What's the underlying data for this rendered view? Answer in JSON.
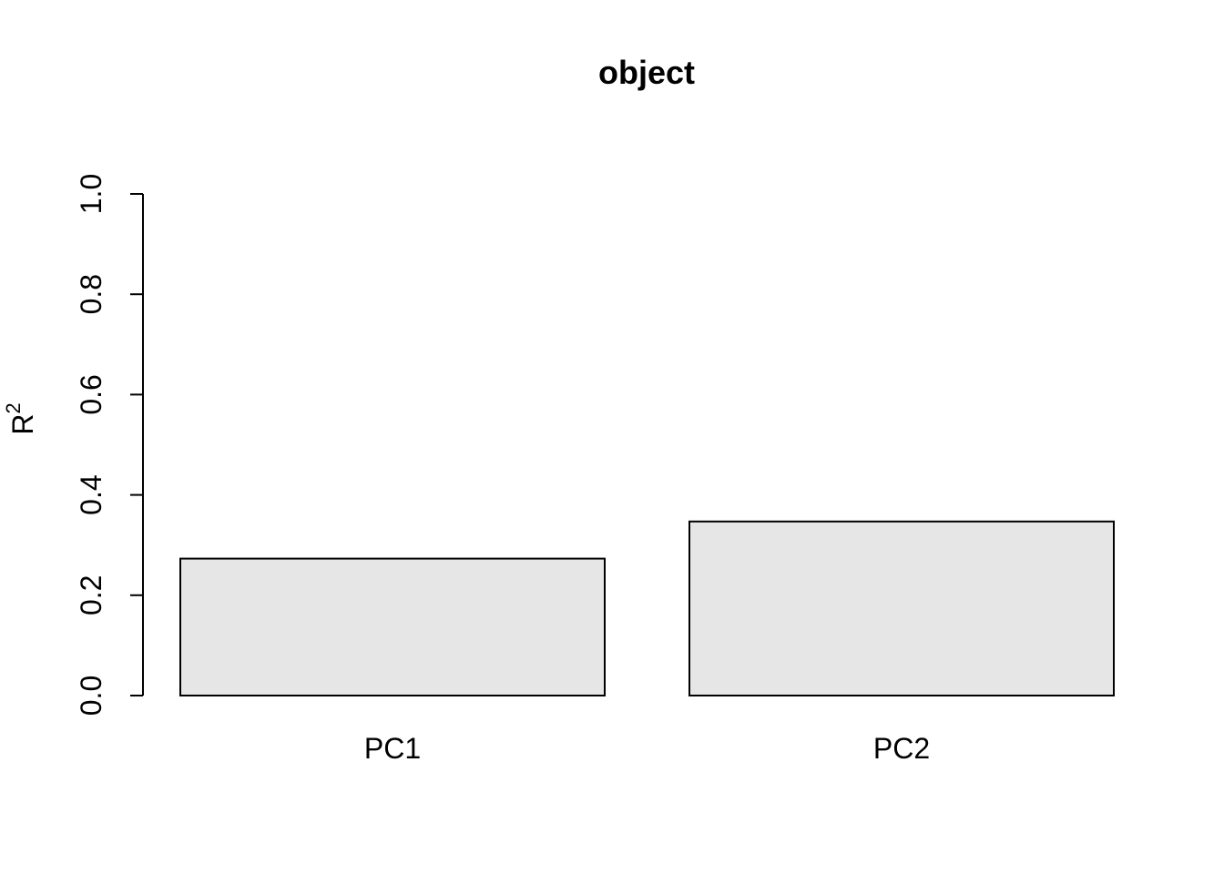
{
  "chart_data": {
    "type": "bar",
    "title": "object",
    "xlabel": "",
    "ylabel": {
      "base": "R",
      "superscript": "2"
    },
    "categories": [
      "PC1",
      "PC2"
    ],
    "series": [
      {
        "values": [
          0.273,
          0.347
        ]
      }
    ],
    "ylim": [
      0,
      1.0
    ],
    "yticks": [
      "0.0",
      "0.2",
      "0.4",
      "0.6",
      "0.8",
      "1.0"
    ],
    "bar_fill": "#e6e6e6",
    "bar_stroke": "#000000",
    "grid": false,
    "legend": "none"
  }
}
